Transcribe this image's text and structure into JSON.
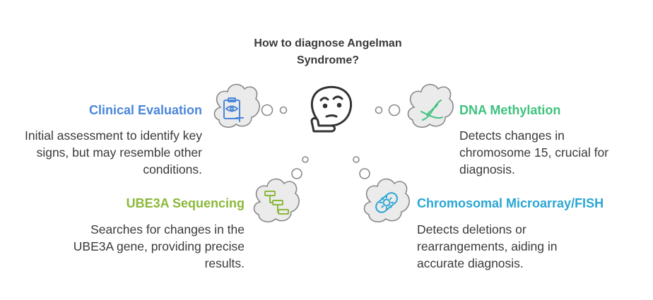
{
  "title": "How to diagnose Angelman Syndrome?",
  "items": [
    {
      "id": "clinical",
      "heading": "Clinical Evaluation",
      "description": "Initial assessment to identify key signs, but may resemble other conditions.",
      "color": "#4a86d9",
      "icon": "clipboard-eye-icon"
    },
    {
      "id": "ube3a",
      "heading": "UBE3A Sequencing",
      "description": "Searches for changes in the UBE3A gene, providing precise results.",
      "color": "#8cb83a",
      "icon": "flowchart-icon"
    },
    {
      "id": "dna",
      "heading": "DNA Methylation",
      "description": "Detects changes in chromosome 15, crucial for diagnosis.",
      "color": "#3ec27e",
      "icon": "dna-helix-icon"
    },
    {
      "id": "microarray",
      "heading": "Chromosomal Microarray/FISH",
      "description": "Detects deletions or rearrangements, aiding in accurate diagnosis.",
      "color": "#2ba6d3",
      "icon": "capsule-microbe-icon"
    }
  ],
  "center_icon": "thinking-face-icon"
}
